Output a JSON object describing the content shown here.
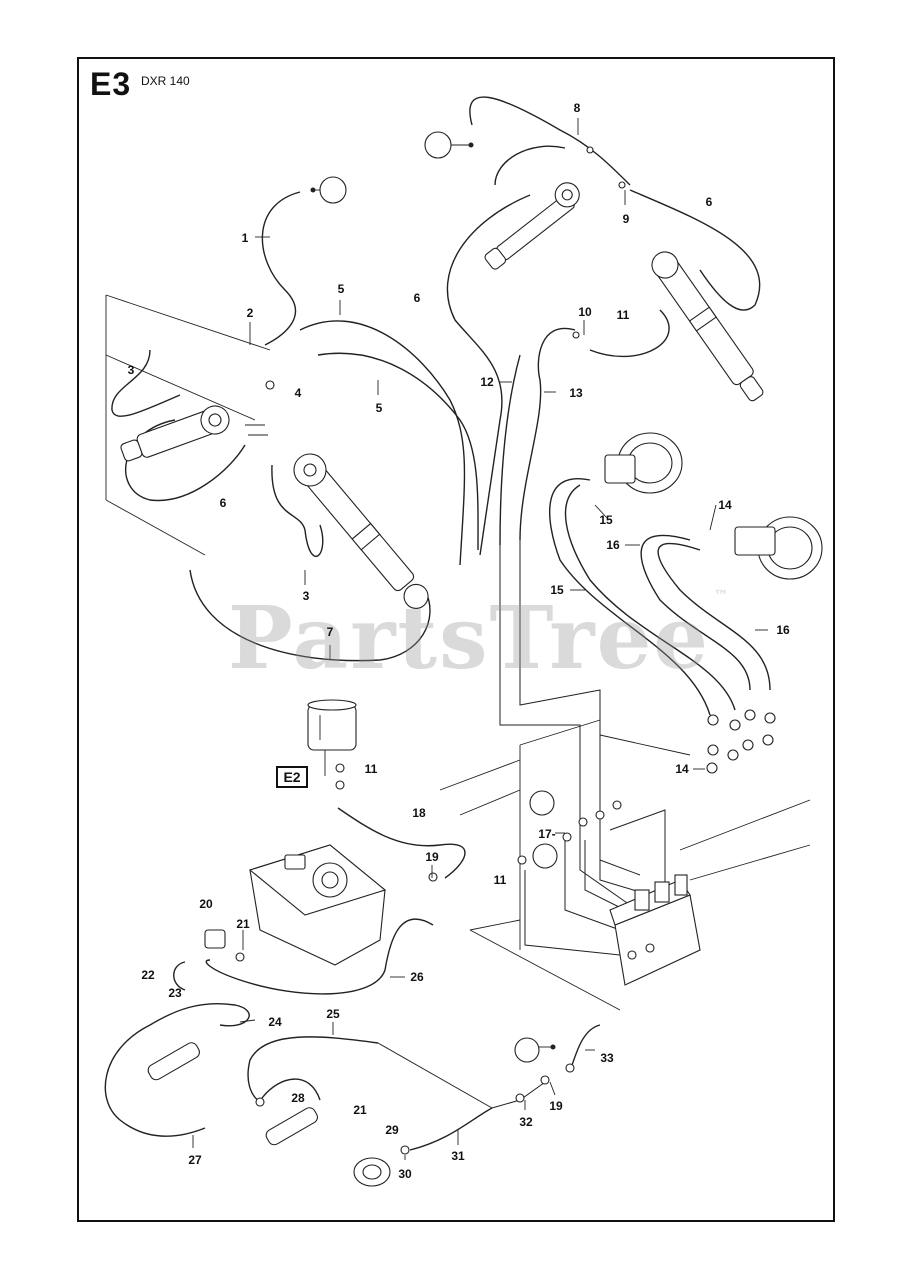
{
  "header": {
    "section_code": "E3",
    "model": "DXR 140"
  },
  "watermark": {
    "text": "PartsTree",
    "mark": "™"
  },
  "reference_box": "E2",
  "callouts": [
    {
      "id": "c1",
      "label": "1"
    },
    {
      "id": "c2",
      "label": "2"
    },
    {
      "id": "c3a",
      "label": "3"
    },
    {
      "id": "c3b",
      "label": "3"
    },
    {
      "id": "c4",
      "label": "4"
    },
    {
      "id": "c5a",
      "label": "5"
    },
    {
      "id": "c5b",
      "label": "5"
    },
    {
      "id": "c6a",
      "label": "6"
    },
    {
      "id": "c6b",
      "label": "6"
    },
    {
      "id": "c6c",
      "label": "6"
    },
    {
      "id": "c7",
      "label": "7"
    },
    {
      "id": "c8",
      "label": "8"
    },
    {
      "id": "c9",
      "label": "9"
    },
    {
      "id": "c10",
      "label": "10"
    },
    {
      "id": "c11a",
      "label": "11"
    },
    {
      "id": "c11b",
      "label": "11"
    },
    {
      "id": "c11c",
      "label": "11"
    },
    {
      "id": "c12",
      "label": "12"
    },
    {
      "id": "c13",
      "label": "13"
    },
    {
      "id": "c14a",
      "label": "14"
    },
    {
      "id": "c14b",
      "label": "14"
    },
    {
      "id": "c15a",
      "label": "15"
    },
    {
      "id": "c15b",
      "label": "15"
    },
    {
      "id": "c16a",
      "label": "16"
    },
    {
      "id": "c16b",
      "label": "16"
    },
    {
      "id": "c17",
      "label": "17-"
    },
    {
      "id": "c18",
      "label": "18"
    },
    {
      "id": "c19a",
      "label": "19"
    },
    {
      "id": "c19b",
      "label": "19"
    },
    {
      "id": "c20",
      "label": "20"
    },
    {
      "id": "c21a",
      "label": "21"
    },
    {
      "id": "c21b",
      "label": "21"
    },
    {
      "id": "c22",
      "label": "22"
    },
    {
      "id": "c23",
      "label": "23"
    },
    {
      "id": "c24",
      "label": "24"
    },
    {
      "id": "c25",
      "label": "25"
    },
    {
      "id": "c26",
      "label": "26"
    },
    {
      "id": "c27",
      "label": "27"
    },
    {
      "id": "c28",
      "label": "28"
    },
    {
      "id": "c29",
      "label": "29"
    },
    {
      "id": "c30",
      "label": "30"
    },
    {
      "id": "c31",
      "label": "31"
    },
    {
      "id": "c32",
      "label": "32"
    },
    {
      "id": "c33",
      "label": "33"
    }
  ]
}
